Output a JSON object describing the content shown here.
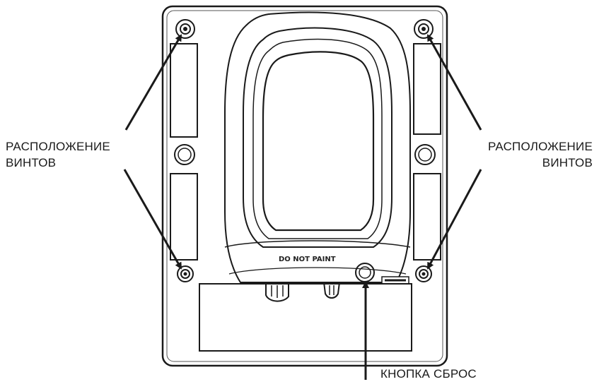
{
  "labels": {
    "screw_left_line1": "РАСПОЛОЖЕНИЕ",
    "screw_left_line2": "ВИНТОВ",
    "screw_right_line1": "РАСПОЛОЖЕНИЕ",
    "screw_right_line2": "ВИНТОВ",
    "reset_button": "КНОПКА СБРОС",
    "device_marking": "DO NOT PAINT"
  },
  "colors": {
    "ink": "#1a1a1a",
    "background": "#ffffff"
  }
}
